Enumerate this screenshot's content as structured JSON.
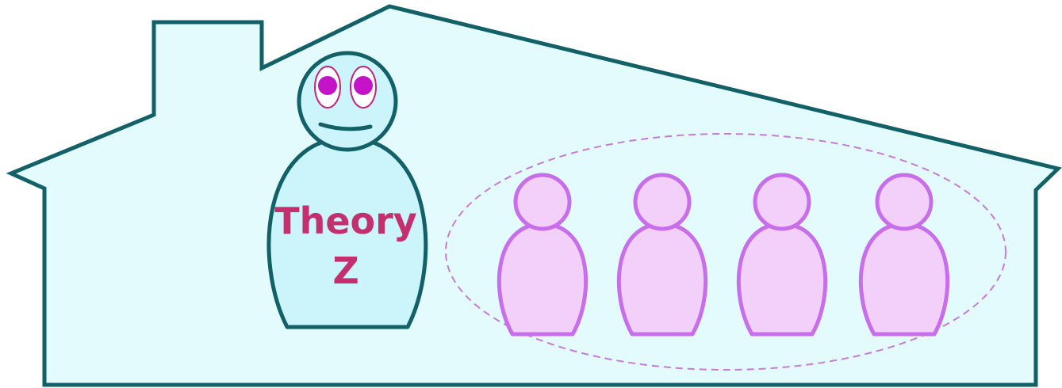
{
  "manager": {
    "label_line1": "Theory",
    "label_line2": "Z"
  },
  "team": {
    "member_count": 4
  },
  "colors": {
    "house_fill": "#e3fbfc",
    "house_stroke": "#136168",
    "manager_fill": "#cbf5fa",
    "eye_pupil": "#c414c8",
    "eye_ring": "#c7217d",
    "member_fill": "#f2d0fa",
    "member_stroke": "#c86eec",
    "group_ellipse_stroke": "#c77adc",
    "label_text": "#c42f6e"
  }
}
